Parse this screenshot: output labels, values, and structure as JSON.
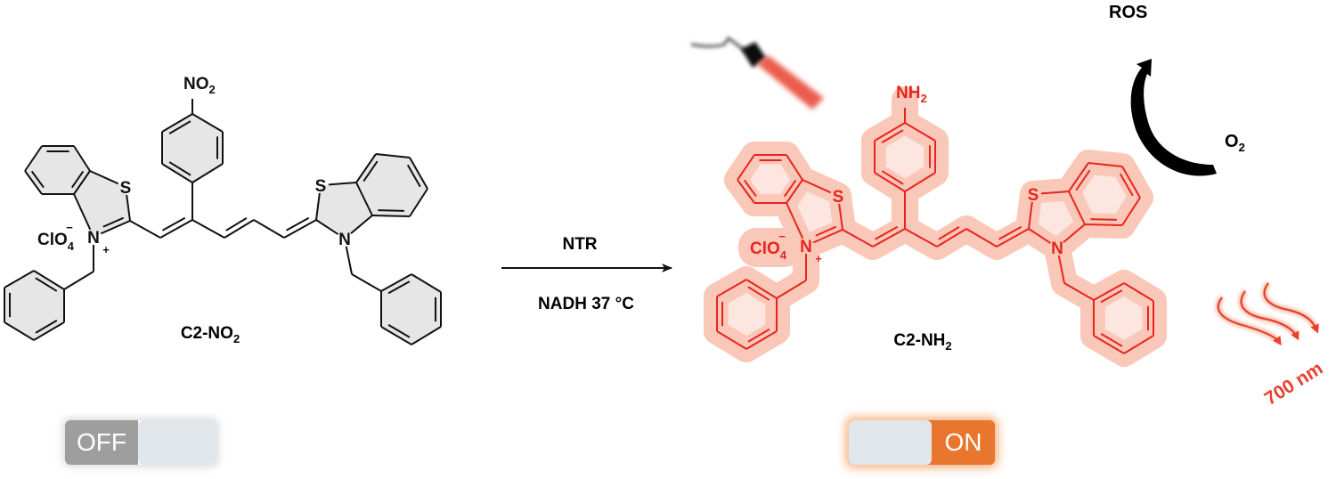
{
  "reactant": {
    "name_main": "C2-NO",
    "name_sub": "2",
    "substituent_main": "NO",
    "substituent_sub": "2",
    "counterion_main": "ClO",
    "counterion_sub": "4",
    "counterion_charge": "−",
    "cation_atom": "N",
    "cation_charge": "+",
    "sulfur_left": "S",
    "sulfur_right": "S",
    "nitrogen_right": "N",
    "stroke_color": "#111111",
    "ring_fill": "#e6e6e6"
  },
  "arrow": {
    "above": "NTR",
    "below": "NADH 37 °C"
  },
  "product": {
    "name_main": "C2-NH",
    "name_sub": "2",
    "substituent_main": "NH",
    "substituent_sub": "2",
    "counterion_main": "ClO",
    "counterion_sub": "4",
    "counterion_charge": "−",
    "cation_atom": "N",
    "cation_charge": "+",
    "sulfur_left": "S",
    "sulfur_right": "S",
    "nitrogen_right": "N",
    "stroke_color": "#e8231e",
    "glow_color": "#f9c8b8"
  },
  "ros_cycle": {
    "product_label": "ROS",
    "reactant_main": "O",
    "reactant_sub": "2"
  },
  "emission": {
    "label": "700 nm",
    "color": "#e8402e"
  },
  "light_source": {
    "icon": "laser-pointer-icon",
    "beam_color": "#e8402e"
  },
  "toggles": {
    "off": {
      "label": "OFF",
      "state": "off",
      "color": "#9e9e9e"
    },
    "on": {
      "label": "ON",
      "state": "on",
      "color": "#e9762e"
    }
  }
}
